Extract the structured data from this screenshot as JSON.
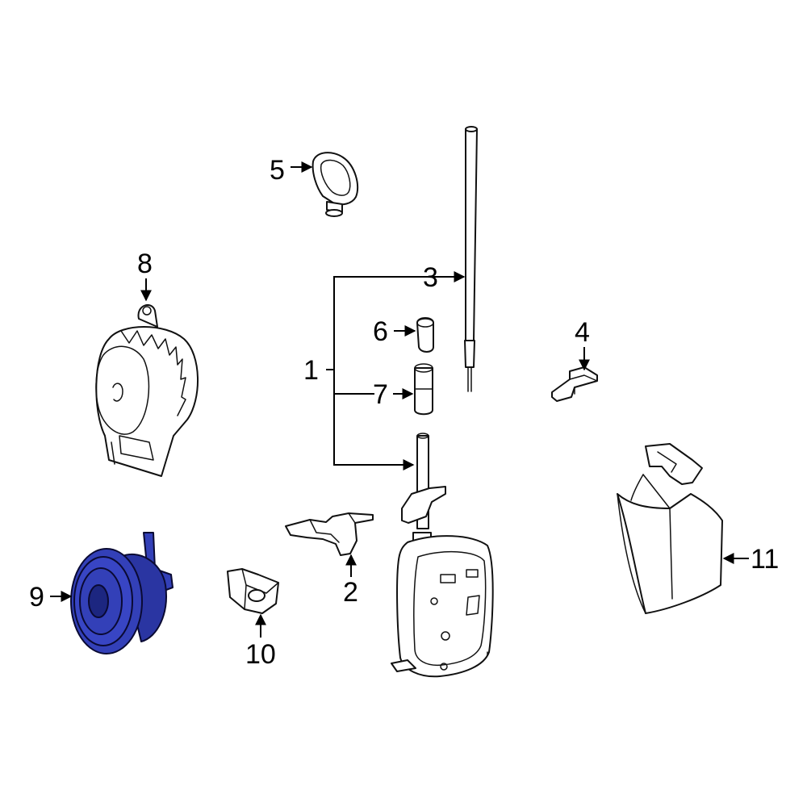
{
  "callouts": {
    "c1": "1",
    "c2": "2",
    "c3": "3",
    "c4": "4",
    "c5": "5",
    "c6": "6",
    "c7": "7",
    "c8": "8",
    "c9": "9",
    "c10": "10",
    "c11": "11"
  },
  "colors": {
    "highlight": "#3340b8",
    "highlight_dark": "#1c2680",
    "line": "#111111",
    "background": "#ffffff"
  }
}
